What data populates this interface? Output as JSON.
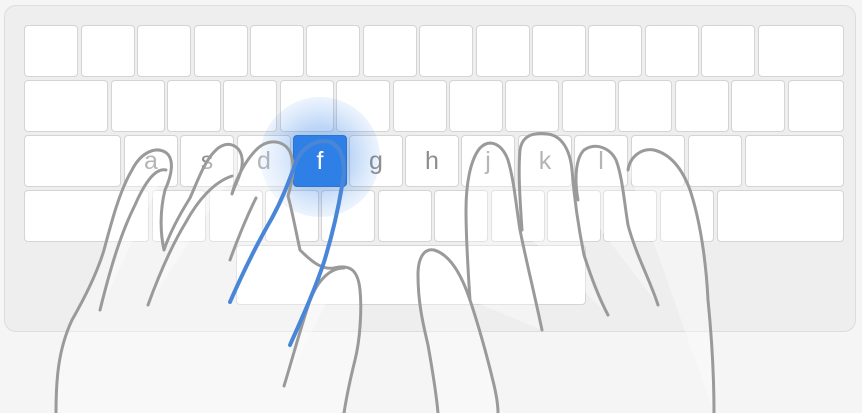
{
  "keyboard": {
    "home_row": {
      "a": "a",
      "s": "s",
      "d": "d",
      "f": "f",
      "g": "g",
      "h": "h",
      "j": "j",
      "k": "k",
      "l": "l"
    },
    "highlighted_key": "f",
    "highlight_color": "#2f80e6",
    "finger_highlight_color": "#4a86d8"
  }
}
